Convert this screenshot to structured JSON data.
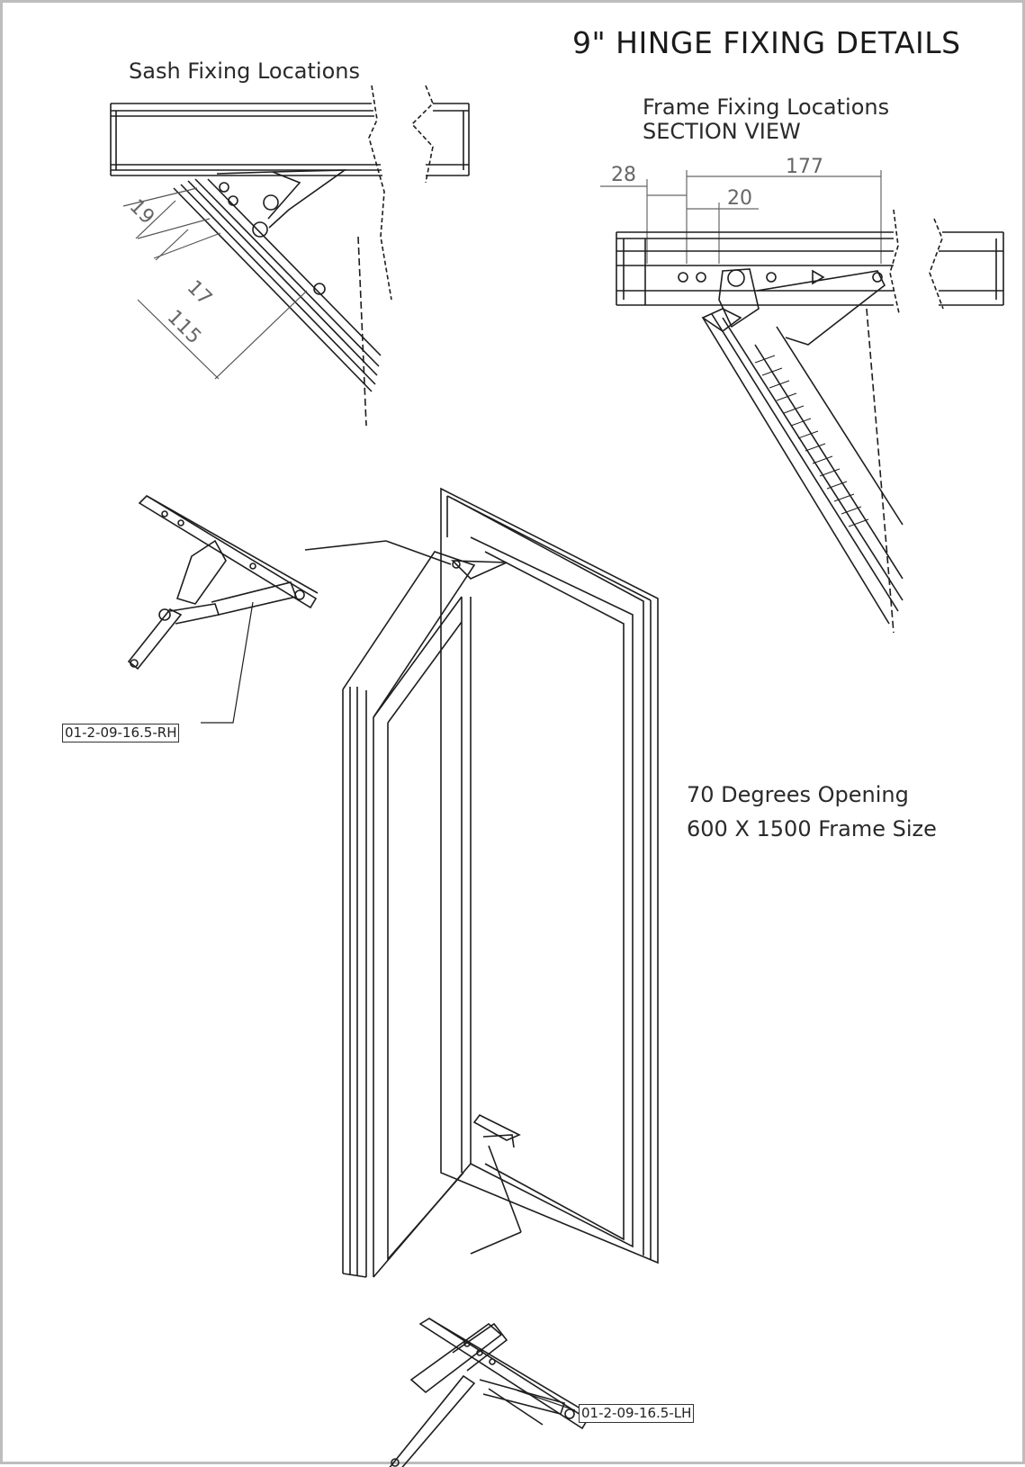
{
  "title": "9\" HINGE FIXING DETAILS",
  "sash_view": {
    "title": "Sash Fixing Locations",
    "dimensions": [
      "19",
      "17",
      "115"
    ]
  },
  "frame_view": {
    "title": "Frame Fixing Locations",
    "subtitle": "SECTION VIEW",
    "dimensions": [
      "28",
      "177",
      "20"
    ]
  },
  "notes": {
    "opening": "70 Degrees Opening",
    "frame_size": "600 X 1500 Frame Size"
  },
  "parts": {
    "right_hand": "01-2-09-16.5-RH",
    "left_hand": "01-2-09-16.5-LH"
  }
}
